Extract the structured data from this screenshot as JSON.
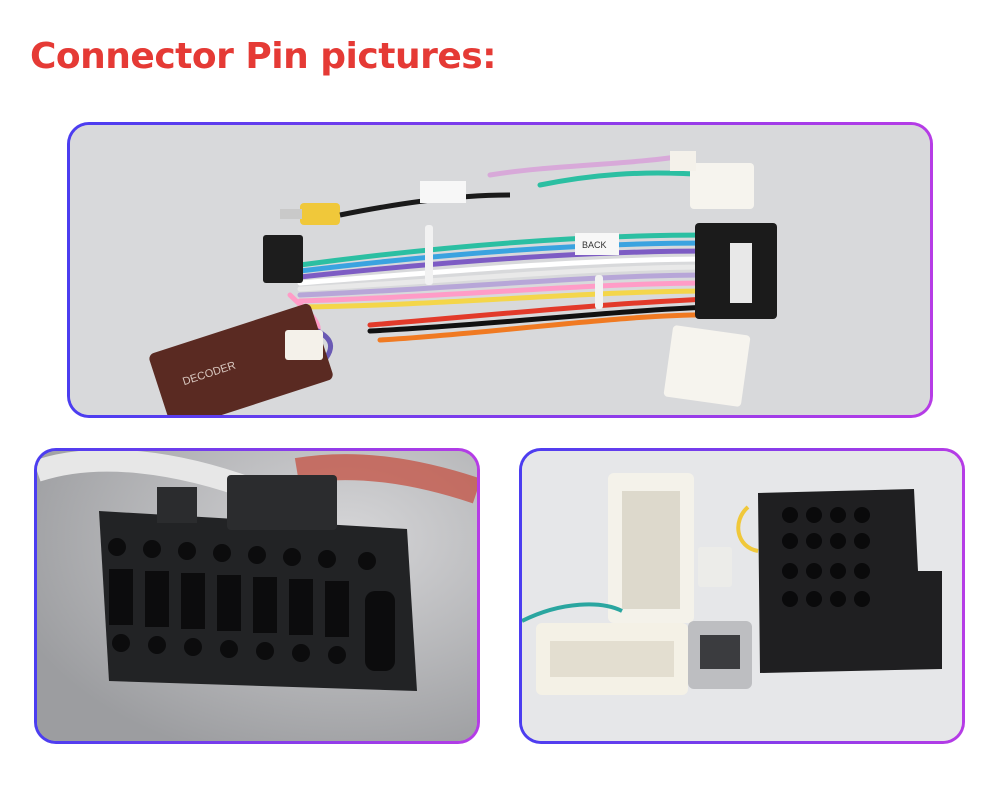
{
  "title": "Connector Pin pictures:",
  "accent_color": "#e53a35",
  "border_gradient": [
    "#4b3df0",
    "#b63ce6"
  ],
  "photos": [
    {
      "name": "wiring-harness-photo",
      "labels": [
        "BACK",
        "DECODER"
      ]
    },
    {
      "name": "16-pin-connector-closeup-photo",
      "labels": []
    },
    {
      "name": "connector-plugs-photo",
      "labels": []
    }
  ]
}
